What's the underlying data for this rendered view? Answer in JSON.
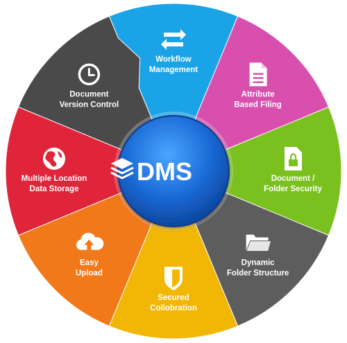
{
  "hub": {
    "label": "DMS",
    "icon": "layers-icon"
  },
  "segments": [
    {
      "id": "workflow",
      "lines": [
        "Workflow",
        "Management"
      ],
      "icon": "refresh-icon",
      "color": "#1aa3e6"
    },
    {
      "id": "attribute",
      "lines": [
        "Attribute",
        "Based Filing"
      ],
      "icon": "document-icon",
      "color": "#d94fae"
    },
    {
      "id": "security",
      "lines": [
        "Document /",
        "Folder Security"
      ],
      "icon": "lock-document-icon",
      "color": "#7ac11f"
    },
    {
      "id": "folder",
      "lines": [
        "Dynamic",
        "Folder Structure"
      ],
      "icon": "folder-icon",
      "color": "#5d5d5d"
    },
    {
      "id": "collab",
      "lines": [
        "Secured",
        "Collobration"
      ],
      "icon": "shield-icon",
      "color": "#f2b705"
    },
    {
      "id": "upload",
      "lines": [
        "Easy",
        "Upload"
      ],
      "icon": "cloud-upload-icon",
      "color": "#f2791a"
    },
    {
      "id": "storage",
      "lines": [
        "Multiple Location",
        "Data Storage"
      ],
      "icon": "globe-icon",
      "color": "#e0243a"
    },
    {
      "id": "version",
      "lines": [
        "Document",
        "Version Control"
      ],
      "icon": "clock-icon",
      "color": "#4a4a4a"
    }
  ]
}
